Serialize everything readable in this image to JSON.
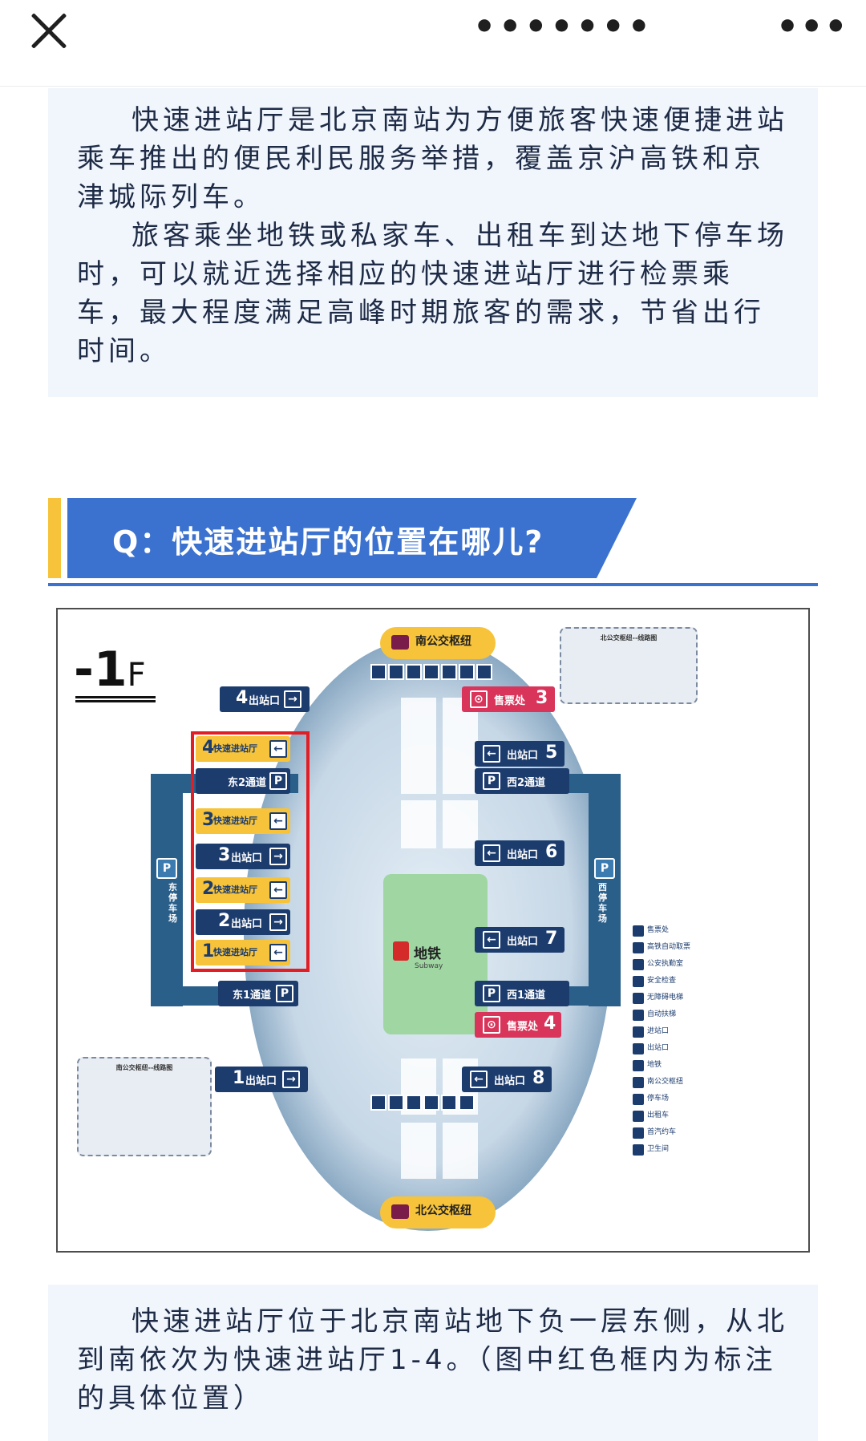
{
  "topbar": {
    "title": "•••••••",
    "more": "•••"
  },
  "intro": {
    "para1": "快速进站厅是北京南站为方便旅客快速便捷进站乘车推出的便民利民服务举措，覆盖京沪高铁和京津城际列车。",
    "para2": "旅客乘坐地铁或私家车、出租车到达地下停车场时，可以就近选择相应的快速进站厅进行检票乘车，最大程度满足高峰时期旅客的需求，节省出行时间。"
  },
  "question": {
    "text": "Q：快速进站厅的位置在哪儿?"
  },
  "map": {
    "floor": "-1",
    "floor_suffix": "F",
    "south_bus": "南公交枢纽",
    "north_bus": "北公交枢纽",
    "subway": "地铁",
    "subway_en": "Subway",
    "left_signs": [
      {
        "num": "4",
        "label": "出站口"
      },
      {
        "num": "4",
        "label": "快速进站厅"
      },
      {
        "num": "",
        "label": "东2通道"
      },
      {
        "num": "3",
        "label": "快速进站厅"
      },
      {
        "num": "3",
        "label": "出站口"
      },
      {
        "num": "2",
        "label": "快速进站厅"
      },
      {
        "num": "2",
        "label": "出站口"
      },
      {
        "num": "1",
        "label": "快速进站厅"
      },
      {
        "num": "",
        "label": "东1通道"
      },
      {
        "num": "1",
        "label": "出站口"
      }
    ],
    "right_signs": [
      {
        "num": "3",
        "label": "售票处"
      },
      {
        "num": "5",
        "label": "出站口"
      },
      {
        "num": "",
        "label": "西2通道"
      },
      {
        "num": "6",
        "label": "出站口"
      },
      {
        "num": "7",
        "label": "出站口"
      },
      {
        "num": "",
        "label": "西1通道"
      },
      {
        "num": "4",
        "label": "售票处"
      },
      {
        "num": "8",
        "label": "出站口"
      }
    ],
    "east_parking": "东停车场",
    "west_parking": "西停车场",
    "legend_north_title": "北公交枢纽--线路图",
    "legend_south_title": "南公交枢纽--线路图",
    "legend_items": [
      "售票处",
      "高铁自动取票",
      "公安执勤室",
      "安全检查",
      "无障碍电梯",
      "自动扶梯",
      "进站口",
      "出站口",
      "地铁",
      "南公交枢纽",
      "停车场",
      "出租车",
      "首汽约车",
      "卫生间"
    ]
  },
  "answer": {
    "text": "快速进站厅位于北京南站地下负一层东侧，从北到南依次为快速进站厅1-4。（图中红色框内为标注的具体位置）"
  }
}
